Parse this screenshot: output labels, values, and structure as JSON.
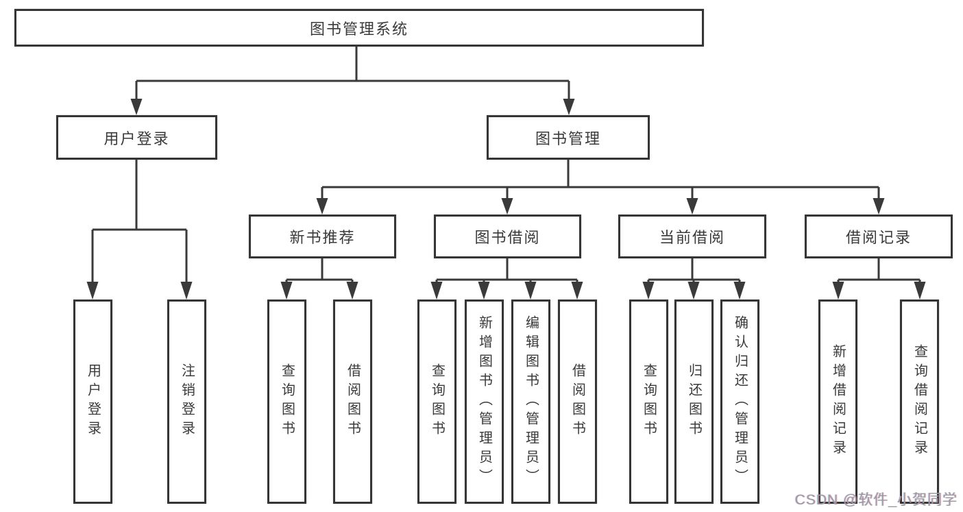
{
  "diagram": {
    "type": "hierarchy-tree",
    "nodes": {
      "root": {
        "label": "图书管理系统"
      },
      "level2": [
        {
          "label": "用户登录",
          "parent": "图书管理系统"
        },
        {
          "label": "图书管理",
          "parent": "图书管理系统"
        }
      ],
      "level3": [
        {
          "label": "新书推荐",
          "parent": "图书管理"
        },
        {
          "label": "图书借阅",
          "parent": "图书管理"
        },
        {
          "label": "当前借阅",
          "parent": "图书管理"
        },
        {
          "label": "借阅记录",
          "parent": "图书管理"
        }
      ],
      "leaves": [
        {
          "label": "用户登录",
          "parent": "用户登录"
        },
        {
          "label": "注销登录",
          "parent": "用户登录"
        },
        {
          "label": "查询图书",
          "parent": "新书推荐"
        },
        {
          "label": "借阅图书",
          "parent": "新书推荐"
        },
        {
          "label": "查询图书",
          "parent": "图书借阅"
        },
        {
          "label": "新增图书（管理员）",
          "parent": "图书借阅"
        },
        {
          "label": "编辑图书（管理员）",
          "parent": "图书借阅"
        },
        {
          "label": "借阅图书",
          "parent": "图书借阅"
        },
        {
          "label": "查询图书",
          "parent": "当前借阅"
        },
        {
          "label": "归还图书",
          "parent": "当前借阅"
        },
        {
          "label": "确认归还（管理员）",
          "parent": "当前借阅"
        },
        {
          "label": "新增借阅记录",
          "parent": "借阅记录"
        },
        {
          "label": "查询借阅记录",
          "parent": "借阅记录"
        }
      ]
    },
    "colors": {
      "line": "#3a3a3a",
      "box_border": "#353535",
      "text": "#3a3a3a",
      "watermark_text": "#9b9ba3",
      "background": "#ffffff"
    }
  },
  "watermark": {
    "text": "CSDN @软件_小贺同学"
  }
}
